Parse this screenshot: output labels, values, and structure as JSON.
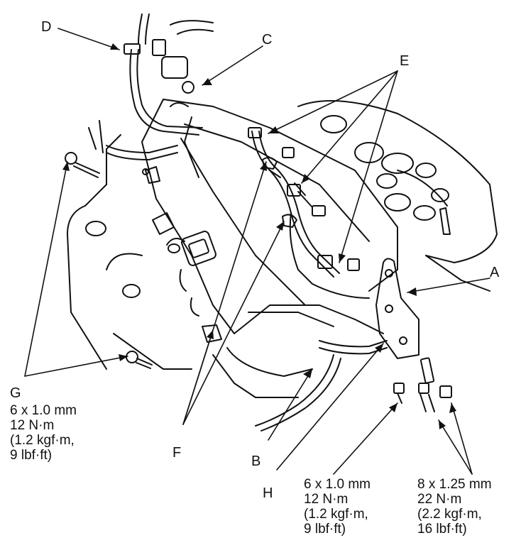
{
  "callouts": {
    "A": "A",
    "B": "B",
    "C": "C",
    "D": "D",
    "E": "E",
    "F": "F",
    "G": "G",
    "H": "H"
  },
  "specs": {
    "g": {
      "size": "6 x 1.0 mm",
      "torque": "12 N·m",
      "kgf": "(1.2 kgf·m,",
      "lbf": "9 lbf·ft)"
    },
    "h": {
      "size": "6 x 1.0 mm",
      "torque": "12 N·m",
      "kgf": "(1.2 kgf·m,",
      "lbf": "9 lbf·ft)"
    },
    "bracket": {
      "size": "8 x 1.25 mm",
      "torque": "22 N·m",
      "kgf": "(2.2 kgf·m,",
      "lbf": "16 lbf·ft)"
    }
  }
}
